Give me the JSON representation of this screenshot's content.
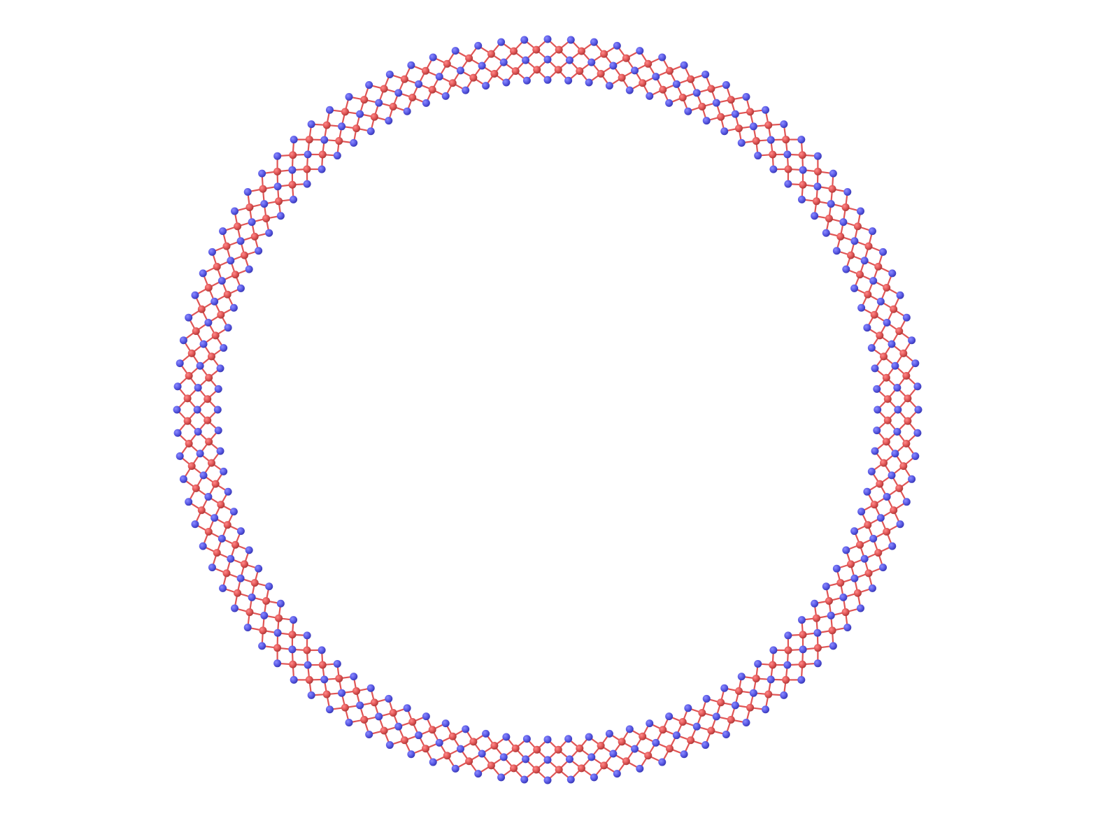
{
  "scene": {
    "background_color": "#ffffff",
    "structure": "ring",
    "repeat_units": 100,
    "atom_rows": [
      {
        "name": "outer-row",
        "element_color": "#5a5ae6",
        "radius_fraction": 1.0,
        "phase": 0.0
      },
      {
        "name": "outer-mid-row",
        "element_color": "#e05555",
        "radius_fraction": 0.972,
        "phase": 0.5
      },
      {
        "name": "inner-mid-row",
        "element_color": "#5a5ae6",
        "radius_fraction": 0.945,
        "phase": 0.0
      },
      {
        "name": "inner-mid-red-row",
        "element_color": "#e05555",
        "radius_fraction": 0.918,
        "phase": 0.5
      },
      {
        "name": "inner-row",
        "element_color": "#5a5ae6",
        "radius_fraction": 0.89,
        "phase": 0.0
      }
    ],
    "bond_color": "#e05555",
    "atom_colors": {
      "blue_atom": "#5a5ae6",
      "red_atom": "#e05555"
    }
  }
}
